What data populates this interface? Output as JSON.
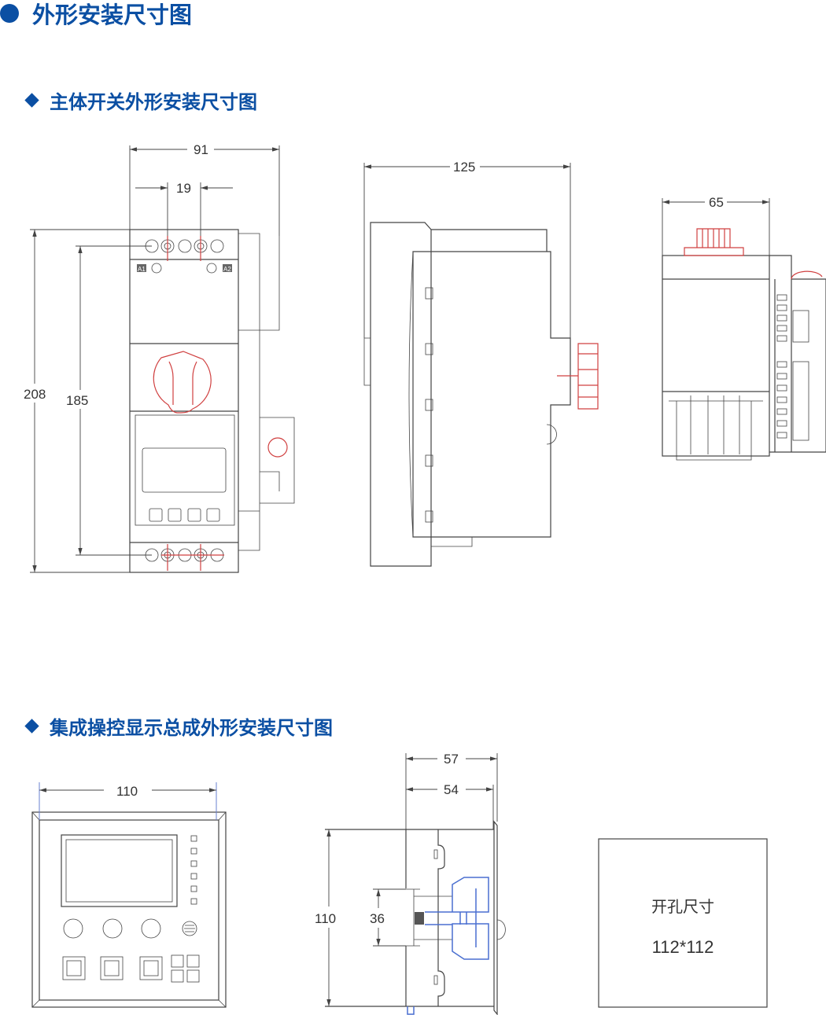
{
  "page_title": "外形安装尺寸图",
  "sections": [
    {
      "title": "主体开关外形安装尺寸图"
    },
    {
      "title": "集成操控显示总成外形安装尺寸图"
    }
  ],
  "main_switch": {
    "dims": {
      "width": "91",
      "terminal_pitch": "19",
      "height_total": "208",
      "height_terminal": "185",
      "depth": "125",
      "side_width": "65"
    },
    "labels": {
      "a1": "A1",
      "a2": "A2"
    }
  },
  "display_unit": {
    "dims": {
      "width": "110",
      "depth_total": "57",
      "depth_body": "54",
      "height": "110",
      "rail": "36"
    },
    "cutout": {
      "label": "开孔尺寸",
      "size": "112*112"
    }
  },
  "colors": {
    "accent": "#0b4fa3",
    "red_parts": "#d04040",
    "blue_parts": "#4a6fd0"
  }
}
